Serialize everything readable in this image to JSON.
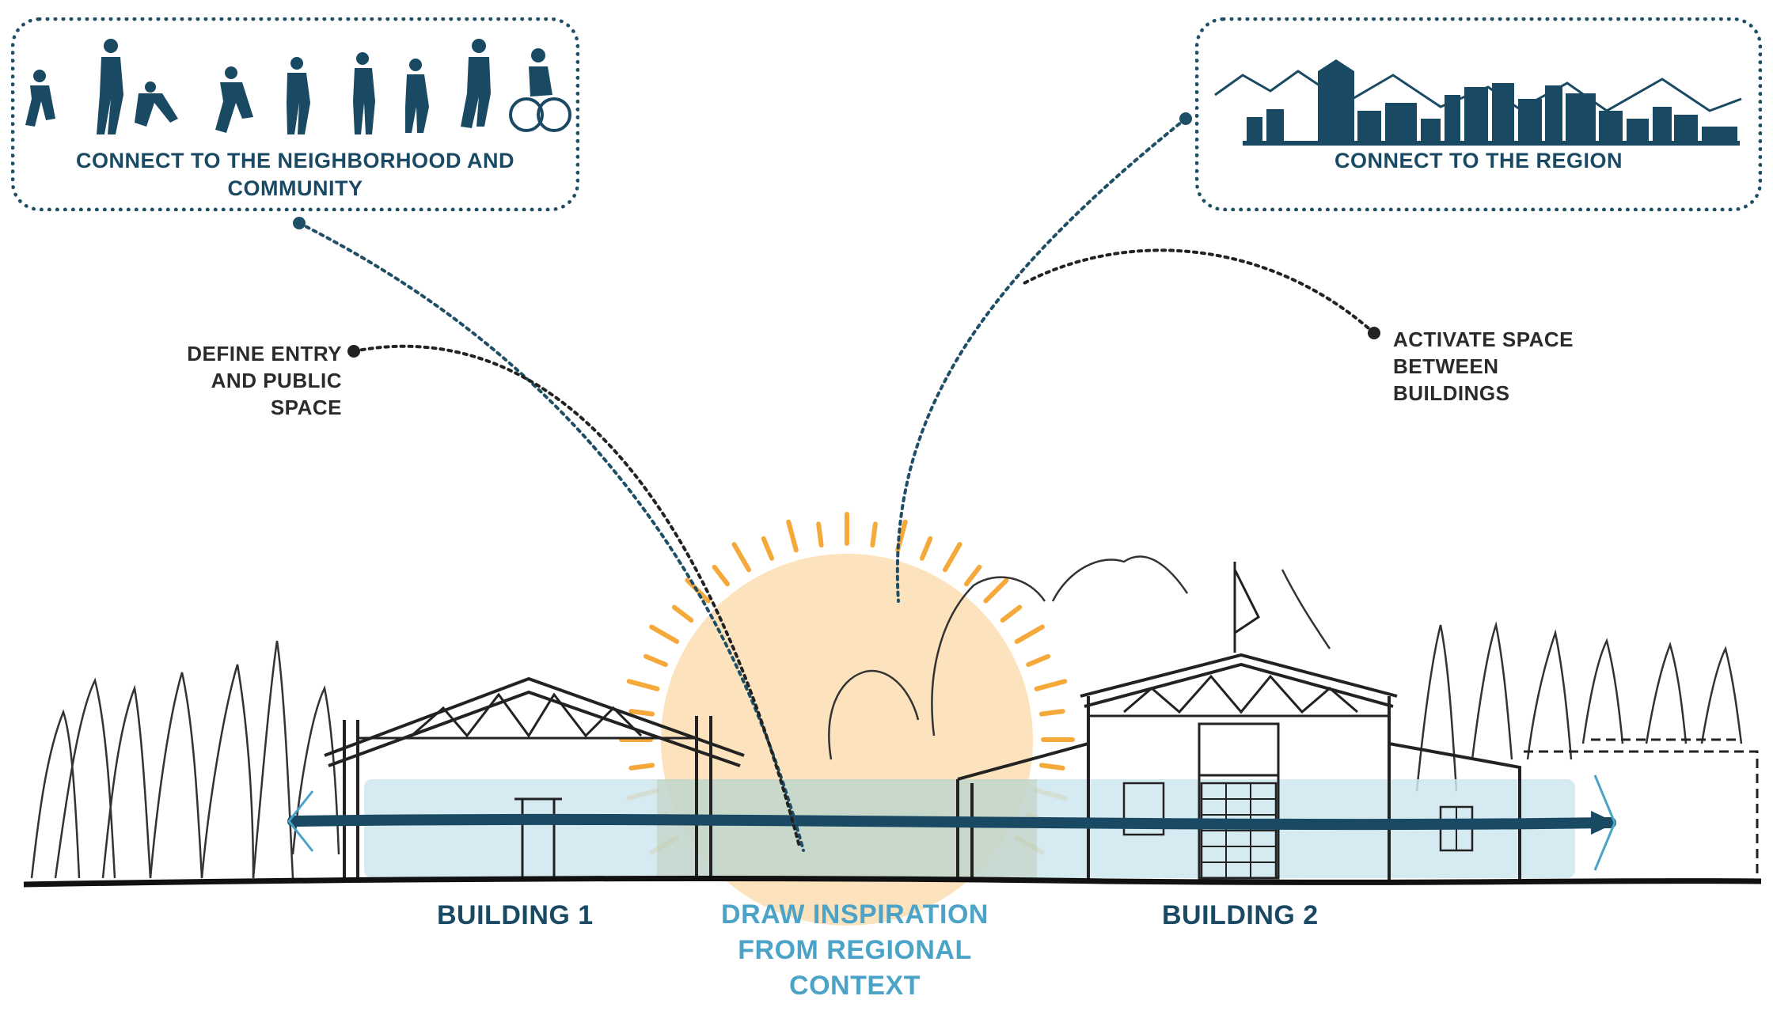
{
  "callouts": {
    "neighborhood": {
      "title_line1": "CONNECT TO THE NEIGHBORHOOD AND",
      "title_line2": "COMMUNITY",
      "icon": "people-figures-icon"
    },
    "region": {
      "title": "CONNECT TO THE REGION",
      "icon": "city-skyline-icon"
    }
  },
  "annotations": {
    "entry": {
      "line1": "DEFINE ENTRY",
      "line2": "AND PUBLIC",
      "line3": "SPACE"
    },
    "activate": {
      "line1": "ACTIVATE SPACE",
      "line2": "BETWEEN",
      "line3": "BUILDINGS"
    }
  },
  "labels": {
    "building1": "BUILDING 1",
    "building2": "BUILDING 2",
    "inspiration_line1": "DRAW INSPIRATION",
    "inspiration_line2": "FROM REGIONAL",
    "inspiration_line3": "CONTEXT"
  },
  "colors": {
    "navy": "#1a4a63",
    "light_blue_band": "#cfe6f0",
    "sun_fill": "#fde3bd",
    "sun_rays": "#f5a93a",
    "inspiration_text": "#4ba3c8"
  }
}
